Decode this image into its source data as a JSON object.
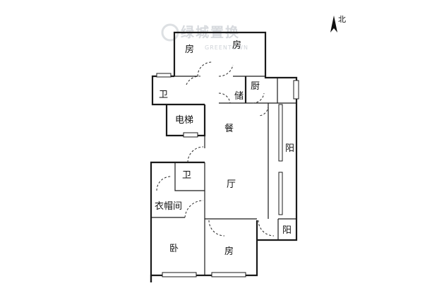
{
  "plan": {
    "rooms": {
      "bedroom_top": "房",
      "bedroom_top_right": "房",
      "bathroom_top": "卫",
      "storage": "储",
      "kitchen": "厨",
      "elevator": "电梯",
      "dining": "餐",
      "balcony_right": "阳",
      "bathroom_mid": "卫",
      "living": "厅",
      "cloakroom": "衣帽间",
      "balcony_bottom": "阳",
      "master_bedroom": "卧",
      "bedroom_bottom": "房"
    },
    "compass": {
      "label": "北"
    },
    "watermark": {
      "brand": "绿城置换",
      "sub": "GREENTOWN"
    }
  }
}
